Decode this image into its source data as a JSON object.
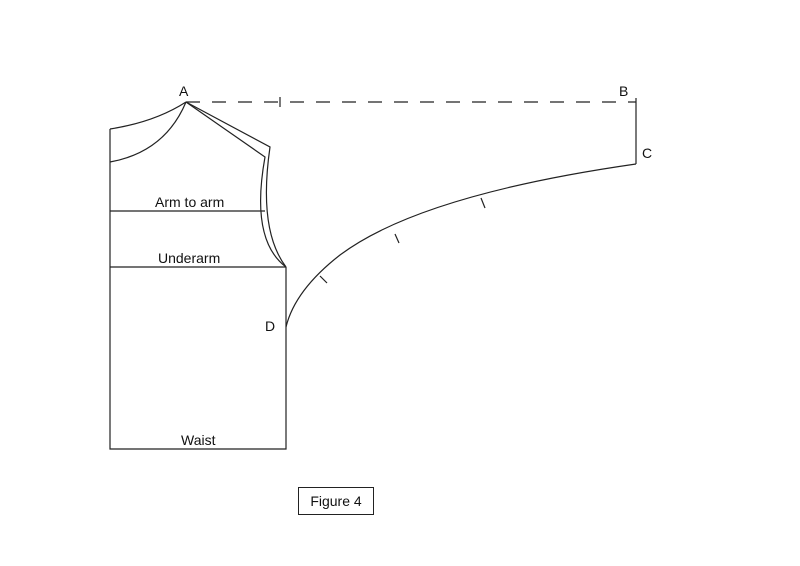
{
  "points": {
    "a": "A",
    "b": "B",
    "c": "C",
    "d": "D"
  },
  "lines": {
    "arm_to_arm": "Arm to arm",
    "underarm": "Underarm",
    "waist": "Waist"
  },
  "caption": "Figure 4",
  "colors": {
    "stroke": "#222222"
  }
}
